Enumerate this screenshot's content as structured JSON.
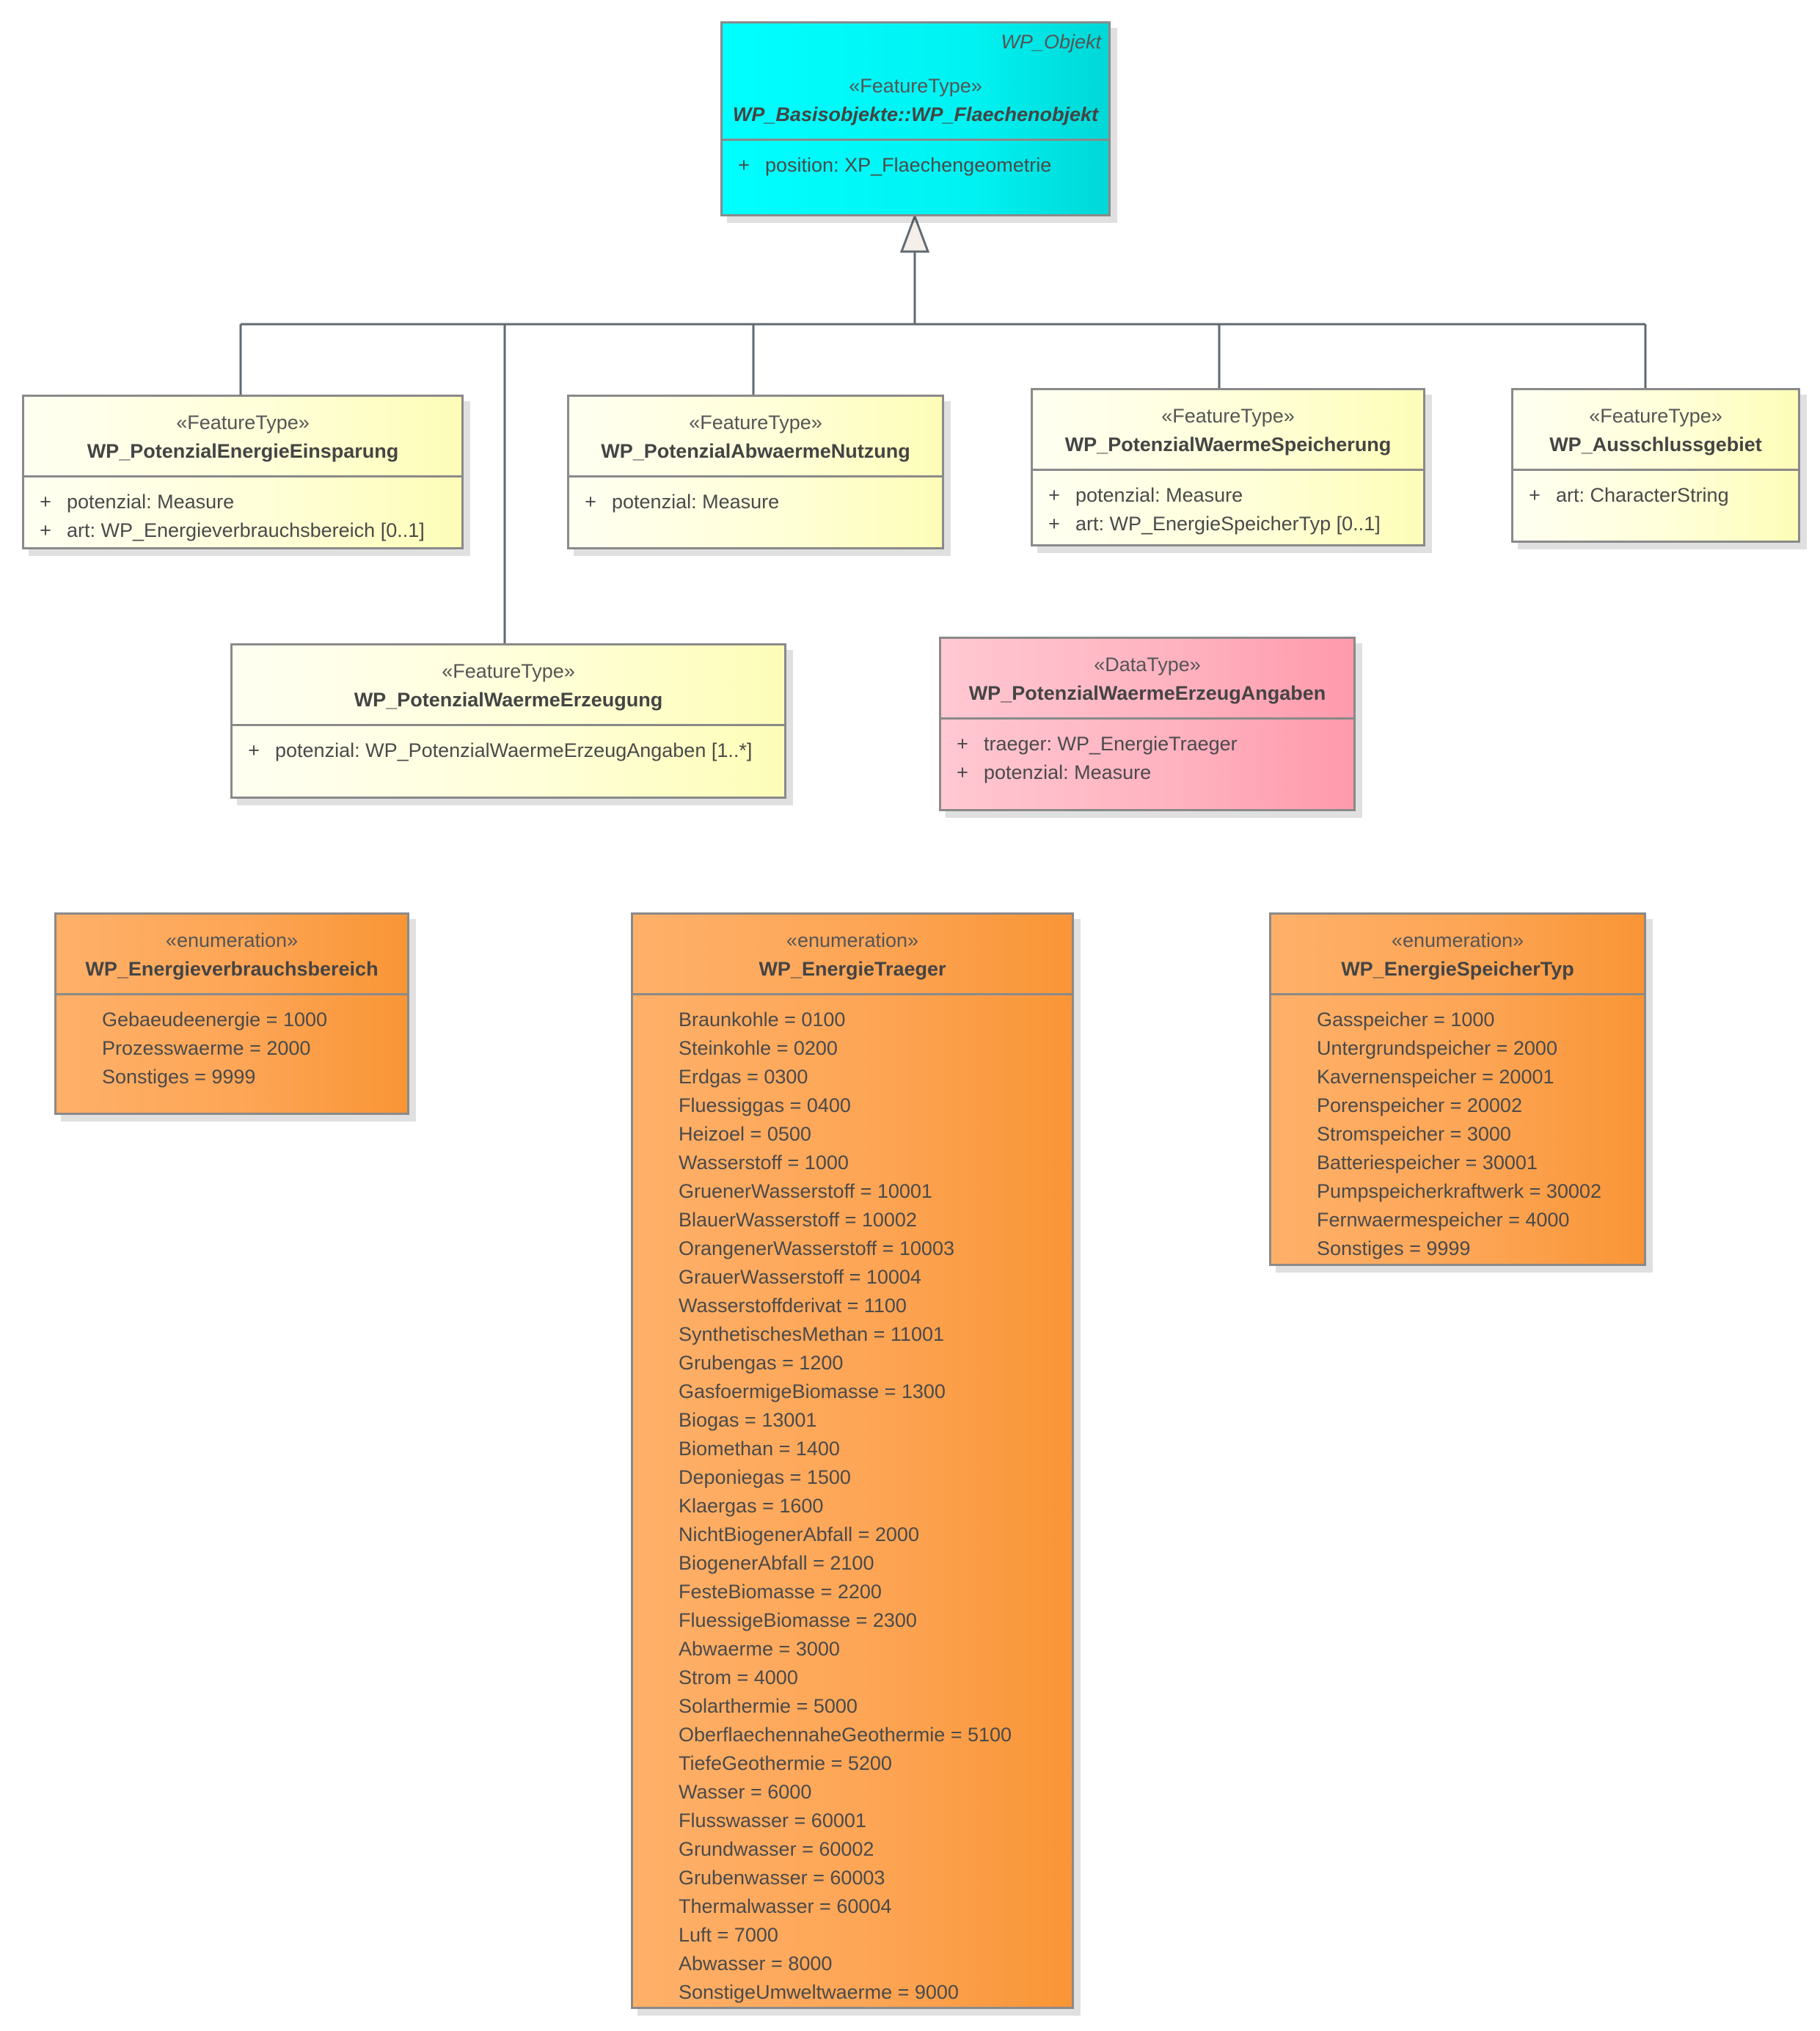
{
  "base_class": {
    "package_tag": "WP_Objekt",
    "stereotype": "«FeatureType»",
    "name": "WP_Basisobjekte::WP_Flaechenobjekt",
    "attributes": [
      {
        "vis": "+",
        "text": "position: XP_Flaechengeometrie"
      }
    ]
  },
  "feature_types": [
    {
      "stereotype": "«FeatureType»",
      "name": "WP_PotenzialEnergieEinsparung",
      "attributes": [
        {
          "vis": "+",
          "text": "potenzial: Measure"
        },
        {
          "vis": "+",
          "text": "art: WP_Energieverbrauchsbereich [0..1]"
        }
      ]
    },
    {
      "stereotype": "«FeatureType»",
      "name": "WP_PotenzialAbwaermeNutzung",
      "attributes": [
        {
          "vis": "+",
          "text": "potenzial: Measure"
        }
      ]
    },
    {
      "stereotype": "«FeatureType»",
      "name": "WP_PotenzialWaermeSpeicherung",
      "attributes": [
        {
          "vis": "+",
          "text": "potenzial: Measure"
        },
        {
          "vis": "+",
          "text": "art: WP_EnergieSpeicherTyp [0..1]"
        }
      ]
    },
    {
      "stereotype": "«FeatureType»",
      "name": "WP_Ausschlussgebiet",
      "attributes": [
        {
          "vis": "+",
          "text": "art: CharacterString"
        }
      ]
    },
    {
      "stereotype": "«FeatureType»",
      "name": "WP_PotenzialWaermeErzeugung",
      "attributes": [
        {
          "vis": "+",
          "text": "potenzial: WP_PotenzialWaermeErzeugAngaben [1..*]"
        }
      ]
    }
  ],
  "data_type": {
    "stereotype": "«DataType»",
    "name": "WP_PotenzialWaermeErzeugAngaben",
    "attributes": [
      {
        "vis": "+",
        "text": "traeger: WP_EnergieTraeger"
      },
      {
        "vis": "+",
        "text": "potenzial: Measure"
      }
    ]
  },
  "enumerations": [
    {
      "stereotype": "«enumeration»",
      "name": "WP_Energieverbrauchsbereich",
      "values": [
        "Gebaeudeenergie = 1000",
        "Prozesswaerme = 2000",
        "Sonstiges = 9999"
      ]
    },
    {
      "stereotype": "«enumeration»",
      "name": "WP_EnergieTraeger",
      "values": [
        "Braunkohle = 0100",
        "Steinkohle = 0200",
        "Erdgas = 0300",
        "Fluessiggas = 0400",
        "Heizoel = 0500",
        "Wasserstoff = 1000",
        "GruenerWasserstoff = 10001",
        "BlauerWasserstoff = 10002",
        "OrangenerWasserstoff = 10003",
        "GrauerWasserstoff = 10004",
        "Wasserstoffderivat = 1100",
        "SynthetischesMethan = 11001",
        "Grubengas = 1200",
        "GasfoermigeBiomasse = 1300",
        "Biogas = 13001",
        "Biomethan = 1400",
        "Deponiegas = 1500",
        "Klaergas = 1600",
        "NichtBiogenerAbfall = 2000",
        "BiogenerAbfall = 2100",
        "FesteBiomasse = 2200",
        "FluessigeBiomasse = 2300",
        "Abwaerme = 3000",
        "Strom = 4000",
        "Solarthermie = 5000",
        "OberflaechennaheGeothermie = 5100",
        "TiefeGeothermie = 5200",
        "Wasser = 6000",
        "Flusswasser = 60001",
        "Grundwasser = 60002",
        "Grubenwasser = 60003",
        "Thermalwasser = 60004",
        "Luft = 7000",
        "Abwasser = 8000",
        "SonstigeUmweltwaerme = 9000"
      ]
    },
    {
      "stereotype": "«enumeration»",
      "name": "WP_EnergieSpeicherTyp",
      "values": [
        "Gasspeicher = 1000",
        "Untergrundspeicher = 2000",
        "Kavernenspeicher = 20001",
        "Porenspeicher = 20002",
        "Stromspeicher = 3000",
        "Batteriespeicher = 30001",
        "Pumpspeicherkraftwerk = 30002",
        "Fernwaermespeicher = 4000",
        "Sonstiges = 9999"
      ]
    }
  ],
  "colors": {
    "base_fill": "#00e5e5",
    "feature_fill": "#ffffd0",
    "datatype_fill": "#ffb0be",
    "enum_fill": "#fca34b",
    "line": "#5f6a72",
    "border": "#8a8a8a"
  }
}
